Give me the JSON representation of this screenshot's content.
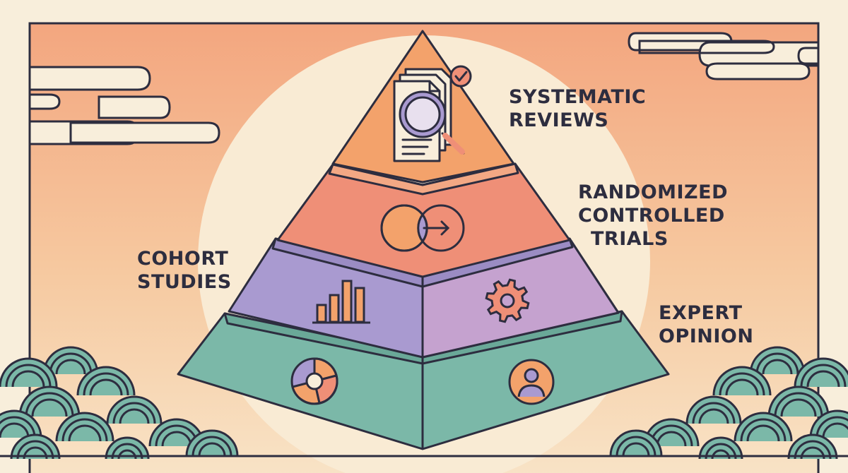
{
  "diagram": {
    "labels": {
      "systematic_reviews": [
        "SYSTEMATIC",
        "REVIEWS"
      ],
      "randomized_controlled_trials": [
        "RANDOMIZED",
        "CONTROLLED",
        "TRIALS"
      ],
      "cohort_studies": [
        "COHORT",
        "STUDIES"
      ],
      "expert_opinion": [
        "EXPERT",
        "OPINION"
      ]
    },
    "colors": {
      "background": "#f8eedb",
      "sky_top": "#f3a67f",
      "sun": "#f9ebd4",
      "tier_top": "#f3a26b",
      "tier_second": "#ef8f77",
      "tier_third": "#a99ad0",
      "tier_third_right": "#c5a2cf",
      "tier_base": "#7bb8a8",
      "outline": "#2d2d3f"
    },
    "icons": {
      "top": "document-magnifier-check-icon",
      "second": "overlapping-circles-arrow-icon",
      "third_left": "bar-chart-icon",
      "third_right": "gear-icon",
      "base_left": "pie-chart-icon",
      "base_right": "person-icon"
    }
  }
}
